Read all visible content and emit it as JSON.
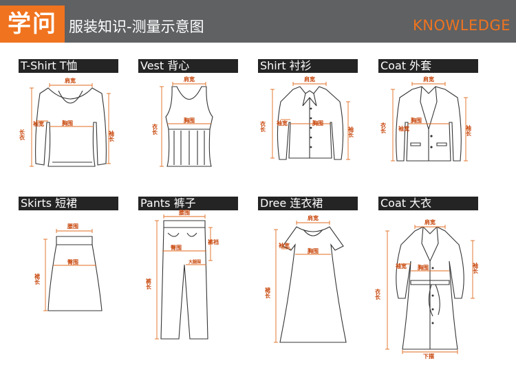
{
  "header": {
    "badge": "学问",
    "subtitle": "服装知识-测量示意图",
    "knowledge": "KNOWLEDGE"
  },
  "colors": {
    "header_bg": "#5f6163",
    "accent": "#f0731f",
    "label_bar": "#242424",
    "measure": "#c8470c"
  },
  "garments": [
    {
      "label": "T-Shirt  T恤",
      "marks": {
        "shoulder": "肩宽",
        "sleeve_w": "袖宽",
        "chest": "胸围",
        "length": "长衣",
        "sleeve": "袖长"
      }
    },
    {
      "label": "Vest  背心",
      "marks": {
        "shoulder": "肩宽",
        "chest": "胸围",
        "length": "衣长"
      }
    },
    {
      "label": "Shirt  衬衫",
      "marks": {
        "shoulder": "肩宽",
        "sleeve_w": "袖宽",
        "chest": "胸围",
        "length": "衣长",
        "sleeve": "袖长"
      }
    },
    {
      "label": "Coat  外套",
      "marks": {
        "shoulder": "肩宽",
        "sleeve_w": "袖宽",
        "chest": "胸围",
        "length": "衣长",
        "sleeve": "袖长"
      }
    },
    {
      "label": "Skirts 短裙",
      "marks": {
        "waist": "腰围",
        "hip": "臀围",
        "length": "裙长"
      }
    },
    {
      "label": "Pants 裤子",
      "marks": {
        "waist": "腰围",
        "hip": "臀围",
        "rise": "裤裆",
        "thigh": "大腿围",
        "length": "裤长"
      }
    },
    {
      "label": "Dree 连衣裙",
      "marks": {
        "shoulder": "肩宽",
        "sleeve_w": "袖宽",
        "chest": "胸围",
        "length": "裙长"
      }
    },
    {
      "label": "Coat 大衣",
      "marks": {
        "shoulder": "肩宽",
        "sleeve_w": "袖宽",
        "chest": "胸围",
        "length": "衣长",
        "sleeve": "袖长",
        "hem": "下摆"
      }
    }
  ]
}
